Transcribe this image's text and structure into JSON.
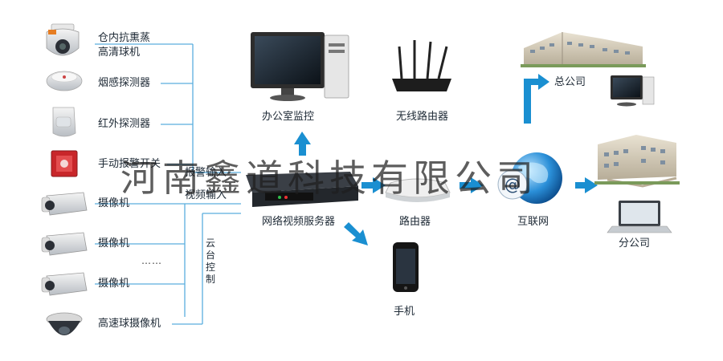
{
  "devices": [
    {
      "label": "仓内抗熏蒸",
      "label2": "高清球机",
      "icon": "ptz-dome-camera-icon"
    },
    {
      "label": "烟感探测器",
      "icon": "smoke-detector-icon"
    },
    {
      "label": "红外探测器",
      "icon": "infrared-detector-icon"
    },
    {
      "label": "手动报警开关",
      "icon": "manual-alarm-switch-icon"
    },
    {
      "label": "摄像机",
      "icon": "bullet-camera-icon"
    },
    {
      "label": "摄像机",
      "icon": "bullet-camera-icon"
    },
    {
      "label": "摄像机",
      "icon": "bullet-camera-icon"
    },
    {
      "label": "高速球摄像机",
      "icon": "speed-dome-camera-icon"
    }
  ],
  "ellipsis": "……",
  "inputs": {
    "alarm_in": "报警输入",
    "video_in": "视频输入",
    "ptz_control": "云台控制"
  },
  "nodes": {
    "office_monitor": "办公室监控",
    "wireless_router": "无线路由器",
    "video_server": "网络视频服务器",
    "router": "路由器",
    "internet": "互联网",
    "phone": "手机",
    "head_office": "总公司",
    "branch_office": "分公司"
  },
  "watermark": "河南鑫道科技有限公司",
  "colors": {
    "arrow": "#1a8fd1",
    "line": "#5aaede",
    "text": "#1e2a36"
  }
}
